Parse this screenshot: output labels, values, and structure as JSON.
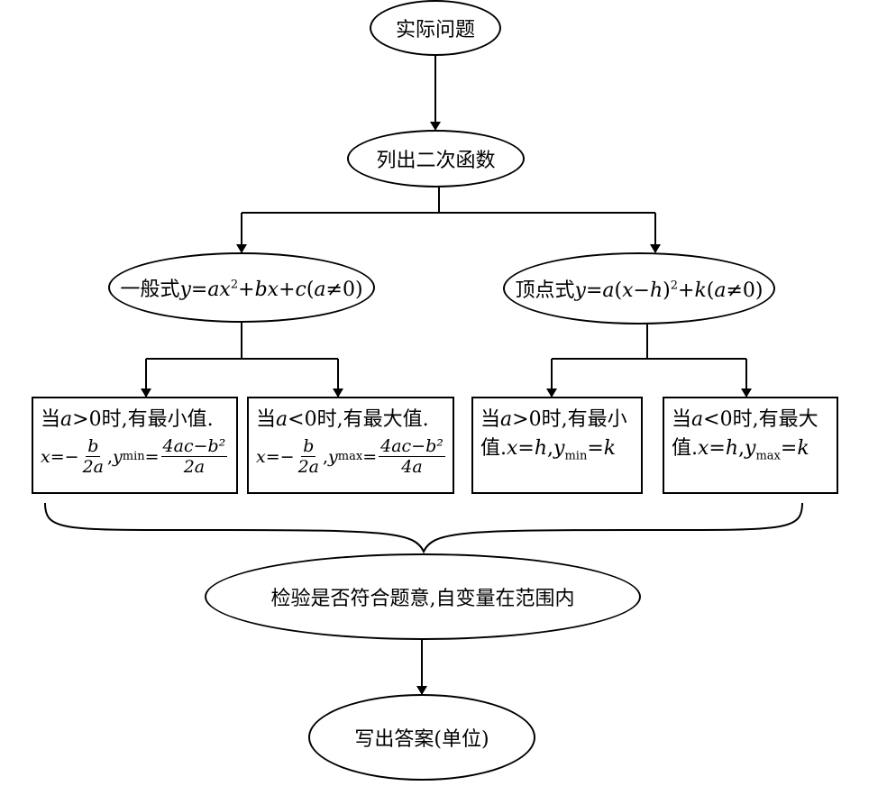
{
  "nodes": {
    "start": "实际问题",
    "list": "列出二次函数",
    "general": {
      "label": "一般式",
      "form_y": "y",
      "form_eq": "=",
      "form_a": "ax",
      "form_sup": "2",
      "form_rest_a": "+",
      "form_bx": "bx",
      "form_plus": "+",
      "form_c": "c",
      "form_cond_open": "(",
      "form_cond_a": "a",
      "form_cond": "≠0)"
    },
    "vertex": {
      "label": "顶点式",
      "form_y": "y",
      "form_eq": "=",
      "form_a": "a",
      "form_open": "(",
      "form_x": "x",
      "form_minus": "−",
      "form_h": "h",
      "form_close": ")",
      "form_sup": "2",
      "form_plus": "+",
      "form_k": "k",
      "form_cond_open": "(",
      "form_cond_a": "a",
      "form_cond": "≠0)"
    },
    "case1": {
      "head_pre": "当",
      "head_a": "a",
      "head_post": ">0时,有最小值.",
      "x_var": "x",
      "x_eq": "=−",
      "x_num": "b",
      "x_den": "2a",
      "sep": ",",
      "y_var": "y",
      "y_sub": "min",
      "y_eq": "=",
      "y_num": "4ac−b²",
      "y_den": "2a"
    },
    "case2": {
      "head_pre": "当",
      "head_a": "a",
      "head_post": "<0时,有最大值.",
      "x_var": "x",
      "x_eq": "=−",
      "x_num": "b",
      "x_den": "2a",
      "sep": ",",
      "y_var": "y",
      "y_sub": "max",
      "y_eq": "=",
      "y_num": "4ac−b²",
      "y_den": "4a"
    },
    "case3": {
      "head_pre": "当",
      "head_a": "a",
      "head_post": ">0时,有最小",
      "l2_pre": "值.",
      "l2_x": "x",
      "l2_eq1": "=",
      "l2_h": "h",
      "l2_sep": ",",
      "l2_y": "y",
      "l2_sub": "min",
      "l2_eq2": "=",
      "l2_k": "k"
    },
    "case4": {
      "head_pre": "当",
      "head_a": "a",
      "head_post": "<0时,有最大",
      "l2_pre": "值.",
      "l2_x": "x",
      "l2_eq1": "=",
      "l2_h": "h",
      "l2_sep": ",",
      "l2_y": "y",
      "l2_sub": "max",
      "l2_eq2": "=",
      "l2_k": "k"
    },
    "check": "检验是否符合题意,自变量在范围内",
    "answer": "写出答案(单位)"
  }
}
